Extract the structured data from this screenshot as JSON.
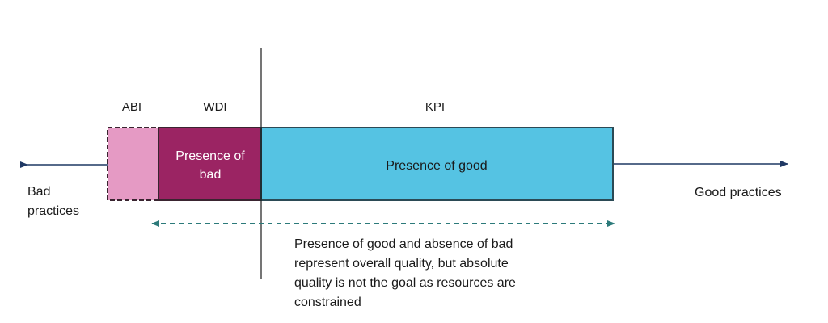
{
  "labels": {
    "abi": "ABI",
    "wdi": "WDI",
    "kpi": "KPI",
    "bad_line1": "Bad",
    "bad_line2": "practices",
    "good": "Good practices"
  },
  "boxes": {
    "wdi_line1": "Presence of",
    "wdi_line2": "bad",
    "kpi_text": "Presence of good"
  },
  "note": {
    "line1": "Presence of good and absence of bad",
    "line2": "represent overall quality, but absolute",
    "line3": "quality is not the goal as resources are",
    "line4": "constrained"
  },
  "colors": {
    "abi_fill": "#E59AC4",
    "wdi_fill": "#9B2463",
    "kpi_fill": "#55C3E3",
    "box_border": "#3A2430",
    "arrow": "#1F3864",
    "dashed_arrow": "#2C7A7A"
  }
}
